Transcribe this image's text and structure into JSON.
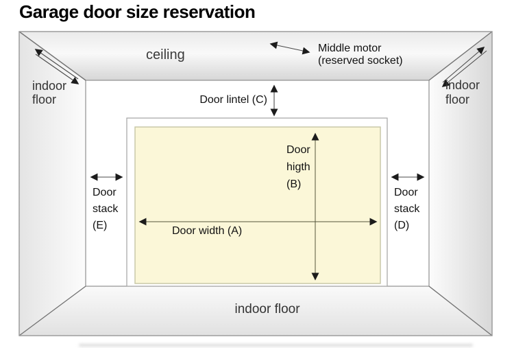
{
  "title": "Garage door size reservation",
  "labels": {
    "ceiling": "ceiling",
    "middle_motor": {
      "line1": "Middle motor",
      "line2": "(reserved socket)"
    },
    "indoor_floor_left": {
      "line1": "indoor",
      "line2": "floor"
    },
    "indoor_floor_right": {
      "line1": "indoor",
      "line2": "floor"
    },
    "door_lintel": "Door lintel (C)",
    "door_height": {
      "line1": "Door",
      "line2": "higth",
      "line3": "(B)"
    },
    "door_width": "Door width (A)",
    "door_stack_left": {
      "line1": "Door",
      "line2": "stack",
      "line3": "(E)"
    },
    "door_stack_right": {
      "line1": "Door",
      "line2": "stack",
      "line3": "(D)"
    },
    "indoor_floor_bottom": "indoor floor"
  },
  "colors": {
    "door_panel": "#fbf7d8",
    "door_panel_border": "#c9c9a8",
    "room_line": "#8f8f8f",
    "arrow": "#1c1c1c",
    "wall_white": "#ffffff",
    "title_text": "#000000"
  }
}
